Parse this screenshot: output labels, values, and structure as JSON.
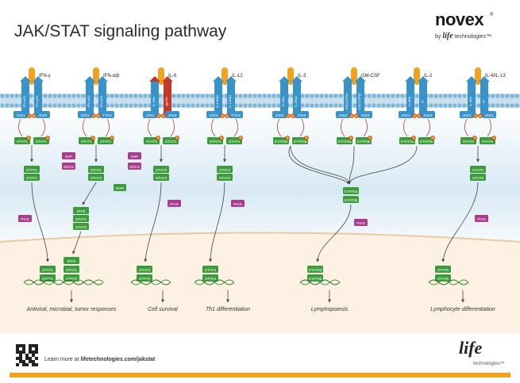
{
  "title": "JAK/STAT signaling pathway",
  "brand": {
    "name": "novex",
    "sup": "®",
    "by": "by",
    "life": "life",
    "company": "technologies™"
  },
  "footer": {
    "learn_prefix": "Learn more at ",
    "learn_url": "lifetechnologies.com/jakstat",
    "logo": "life",
    "logo_sub": "technologies™"
  },
  "colors": {
    "membrane": "#7fb6d6",
    "receptor": "#3a93c8",
    "ligand": "#f2a21c",
    "stat": "#3c9c3c",
    "inhibitor": "#a83d8c",
    "il6": "#c0392b",
    "nucleus": "#fdf1e3"
  },
  "pathways": [
    {
      "ligand": "IFN-γ",
      "receptors": [
        "IFN-γR1",
        "IFN-γR2"
      ],
      "jaks": [
        "JAK1",
        "JAK2"
      ],
      "stats": [
        "STAT1",
        "STAT1"
      ],
      "dimer": [
        "STAT1",
        "STAT1"
      ],
      "nuclear": [
        "STAT1",
        "STAT1"
      ]
    },
    {
      "ligand": "IFN-α/β",
      "receptors": [
        "IFN-αR2",
        "IFN-αR1"
      ],
      "jaks": [
        "JAK1",
        "TYK2"
      ],
      "stats": [
        "STAT1",
        "STAT2"
      ],
      "dimer": [
        "STAT1",
        "STAT2"
      ],
      "irf": "IRF9",
      "complex": [
        "IRF9",
        "STAT1",
        "STAT2"
      ],
      "nuclear": [
        "IRF9",
        "STAT1",
        "STAT2"
      ]
    },
    {
      "ligand": "IL-6",
      "receptors": [
        "IL-6Rα",
        "gp130"
      ],
      "jaks": [
        "JAK1",
        "JAK2"
      ],
      "stats": [
        "STAT3",
        "STAT3"
      ],
      "dimer": [
        "STAT3",
        "STAT3"
      ],
      "nuclear": [
        "STAT3",
        "STAT3"
      ]
    },
    {
      "ligand": "IL-12",
      "receptors": [
        "IL-12Rβ2",
        "IL-12Rβ1"
      ],
      "jaks": [
        "JAK2",
        "TYK2"
      ],
      "stats": [
        "STAT4",
        "STAT4"
      ],
      "dimer": [
        "STAT4",
        "STAT4"
      ],
      "nuclear": [
        "STAT4",
        "STAT4"
      ]
    },
    {
      "ligand": "IL-3",
      "receptors": [
        "IL-3Rα",
        "IL-3Rβc"
      ],
      "jaks": [
        "JAK2",
        "JAK2"
      ],
      "stats": [
        "STAT5b",
        "STAT5b"
      ]
    },
    {
      "ligand": "GM-CSF",
      "receptors": [
        "GM-CSFRα",
        "GM-CSFRβ"
      ],
      "jaks": [
        "JAK2",
        "JAK2"
      ],
      "stats": [
        "STAT5a",
        "STAT5b"
      ]
    },
    {
      "ligand": "IL-2",
      "receptors": [
        "IL-2Rβ",
        "γc"
      ],
      "jaks": [
        "JAK1",
        "JAK3"
      ],
      "stats": [
        "STAT5a",
        "STAT5b"
      ]
    },
    {
      "ligand": "IL-4/IL-13",
      "receptors": [
        "IL-4Rα",
        "γc"
      ],
      "jaks": [
        "JAK1",
        "JAK3"
      ],
      "stats": [
        "STAT6",
        "STAT6"
      ],
      "dimer": [
        "STAT6",
        "STAT6"
      ],
      "nuclear": [
        "STAT6",
        "STAT6"
      ]
    }
  ],
  "stat5_dimer": [
    "STAT5a",
    "STAT5b"
  ],
  "stat5_nuclear": [
    "STAT5a",
    "STAT5b"
  ],
  "inhibitors": {
    "shp": "SHP",
    "socs": "SOCS",
    "pias": "PIAS"
  },
  "outcomes": [
    "Antiviral, microbial, tumor responses",
    "Cell survival",
    "Th1 differentiation",
    "Lymphopoiesis",
    "Lymphocyte differentiation"
  ]
}
